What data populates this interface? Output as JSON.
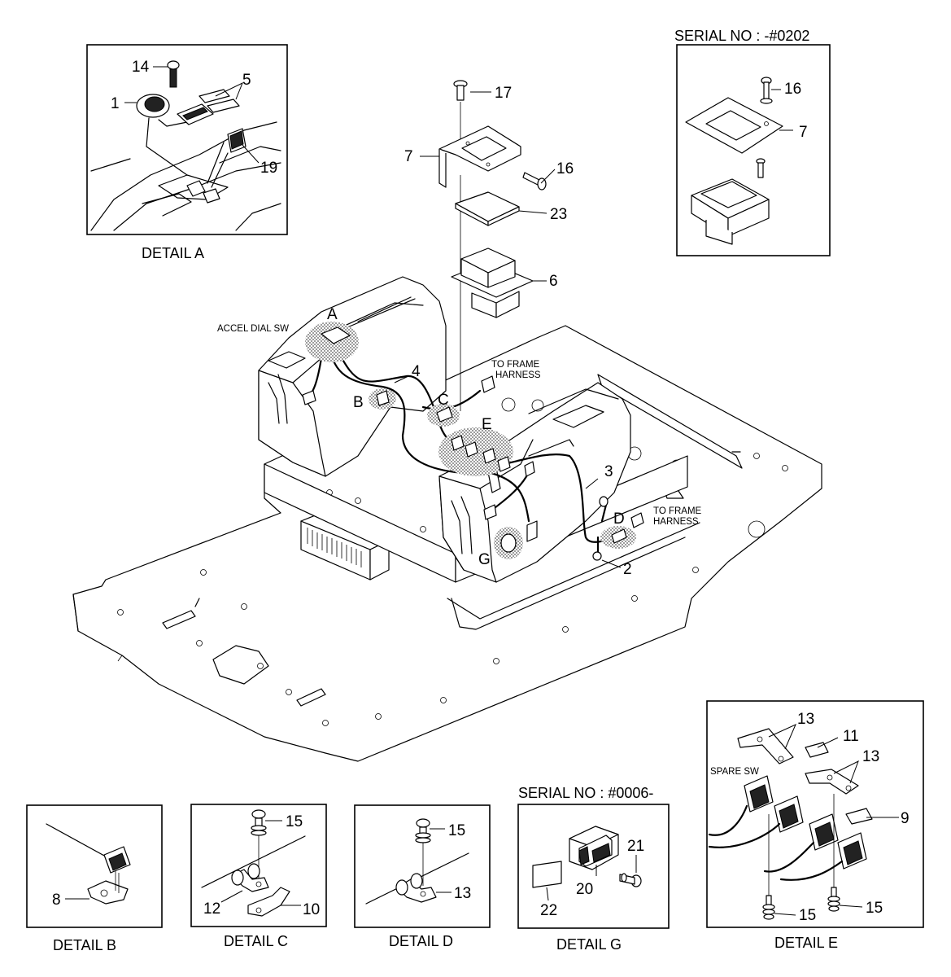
{
  "details": {
    "a": "DETAIL A",
    "b": "DETAIL B",
    "c": "DETAIL C",
    "d": "DETAIL D",
    "e": "DETAIL E",
    "g": "DETAIL G"
  },
  "serials": {
    "top": "SERIAL NO : -#0202",
    "g": "SERIAL NO : #0006-"
  },
  "labels": {
    "accel_dial": "ACCEL DIAL SW",
    "frame_harness_1a": "TO FRAME",
    "frame_harness_1b": "HARNESS",
    "frame_harness_2a": "TO FRAME",
    "frame_harness_2b": "HARNESS",
    "spare_sw": "SPARE SW"
  },
  "letters": {
    "A": "A",
    "B": "B",
    "C": "C",
    "D": "D",
    "E": "E",
    "G": "G"
  },
  "parts": {
    "p1": "1",
    "p2": "2",
    "p3": "3",
    "p4": "4",
    "p5": "5",
    "p6": "6",
    "p7": "7",
    "p8": "8",
    "p9": "9",
    "p10": "10",
    "p11": "11",
    "p12": "12",
    "p13": "13",
    "p14": "14",
    "p15": "15",
    "p16": "16",
    "p17": "17",
    "p19": "19",
    "p20": "20",
    "p21": "21",
    "p22": "22",
    "p23": "23"
  }
}
